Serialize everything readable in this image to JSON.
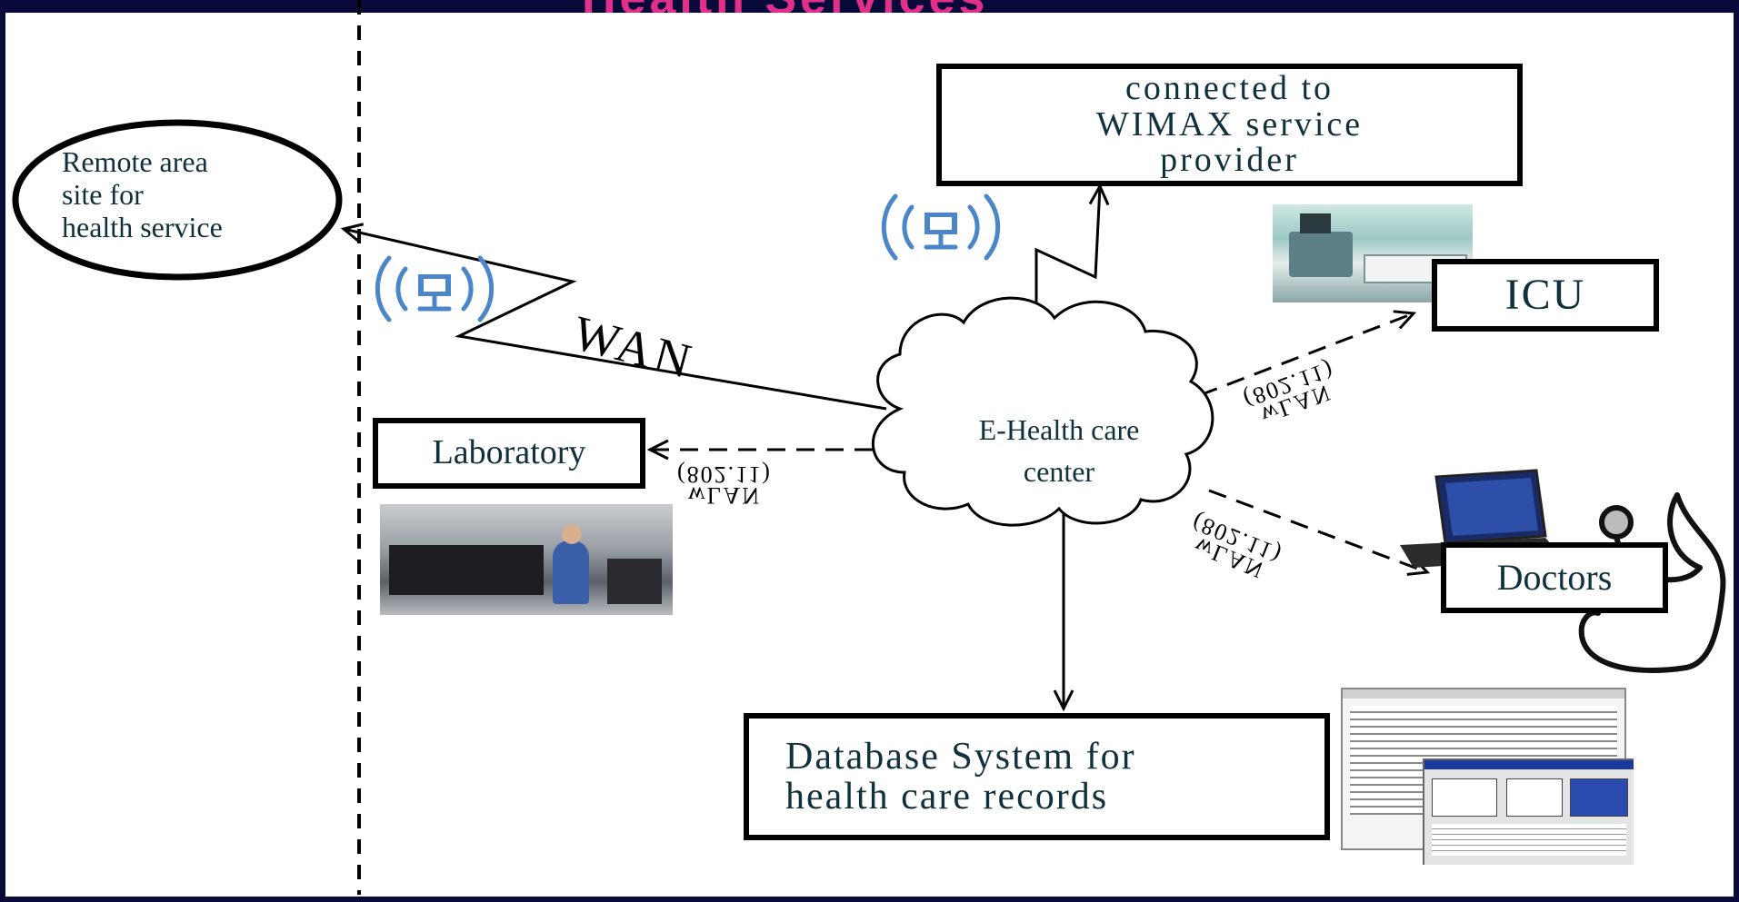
{
  "header": {
    "title_fragment": "Health Services"
  },
  "nodes": {
    "remote_site": [
      "Remote area",
      "site for",
      "health service"
    ],
    "wimax": [
      "connected to",
      "WIMAX service",
      "provider"
    ],
    "center": [
      "E-Health care",
      "center"
    ],
    "laboratory": "Laboratory",
    "icu": "ICU",
    "doctors": "Doctors",
    "database": [
      "Database System for",
      "health care records"
    ]
  },
  "links": {
    "wan": "WAN",
    "wlan": [
      "wLAN",
      "(802.11)"
    ]
  },
  "colors": {
    "frame": "#0a0a3a",
    "title": "#e0308a",
    "box_text": "#10303e",
    "wifi_icon": "#4a86c8"
  },
  "icons": [
    "wifi-network-icon",
    "wifi-network-icon",
    "hospital-icu-photo",
    "laboratory-photo",
    "laptop-icon",
    "stethoscope-icon",
    "database-screenshot"
  ]
}
